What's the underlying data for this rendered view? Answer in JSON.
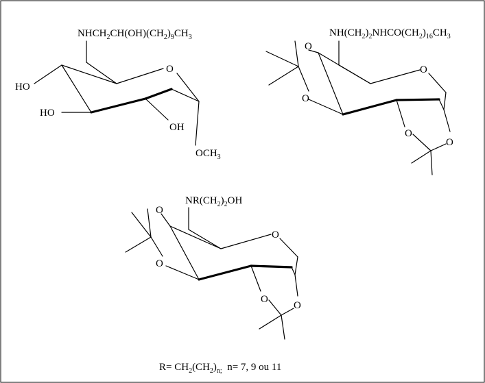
{
  "molecule_1": {
    "substituent": {
      "a": "NHCH",
      "b": "2",
      "c": "CH(OH)(CH",
      "d": "2",
      "e": ")",
      "f": "9",
      "g": "CH",
      "h": "3"
    },
    "ring_o": "O",
    "ho_left": "HO",
    "ho_lower": "HO",
    "oh": "OH",
    "methoxy": {
      "a": "OCH",
      "b": "3"
    }
  },
  "molecule_2": {
    "substituent": {
      "a": "NH(CH",
      "b": "2",
      "c": ")",
      "d": "2",
      "e": "NHCO(CH",
      "f": "2",
      "g": ")",
      "h": "16",
      "i": "CH",
      "j": "3"
    },
    "o_acetonide_top": "O",
    "o_acetonide_left": "O",
    "ring_o": "O",
    "o_lower_1": "O",
    "o_lower_2": "O"
  },
  "molecule_3": {
    "substituent": {
      "a": "NR(CH",
      "b": "2",
      "c": ")",
      "d": "2",
      "e": "OH"
    },
    "o_acetonide_top": "O",
    "o_acetonide_left": "O",
    "ring_o": "O",
    "o_lower_1": "O",
    "o_lower_2": "O"
  },
  "legend": {
    "a": "R= CH",
    "b": "2",
    "c": "(CH",
    "d": "2",
    "e": ")",
    "f": "n;",
    "g": "  n= 7, 9 ou 11"
  }
}
